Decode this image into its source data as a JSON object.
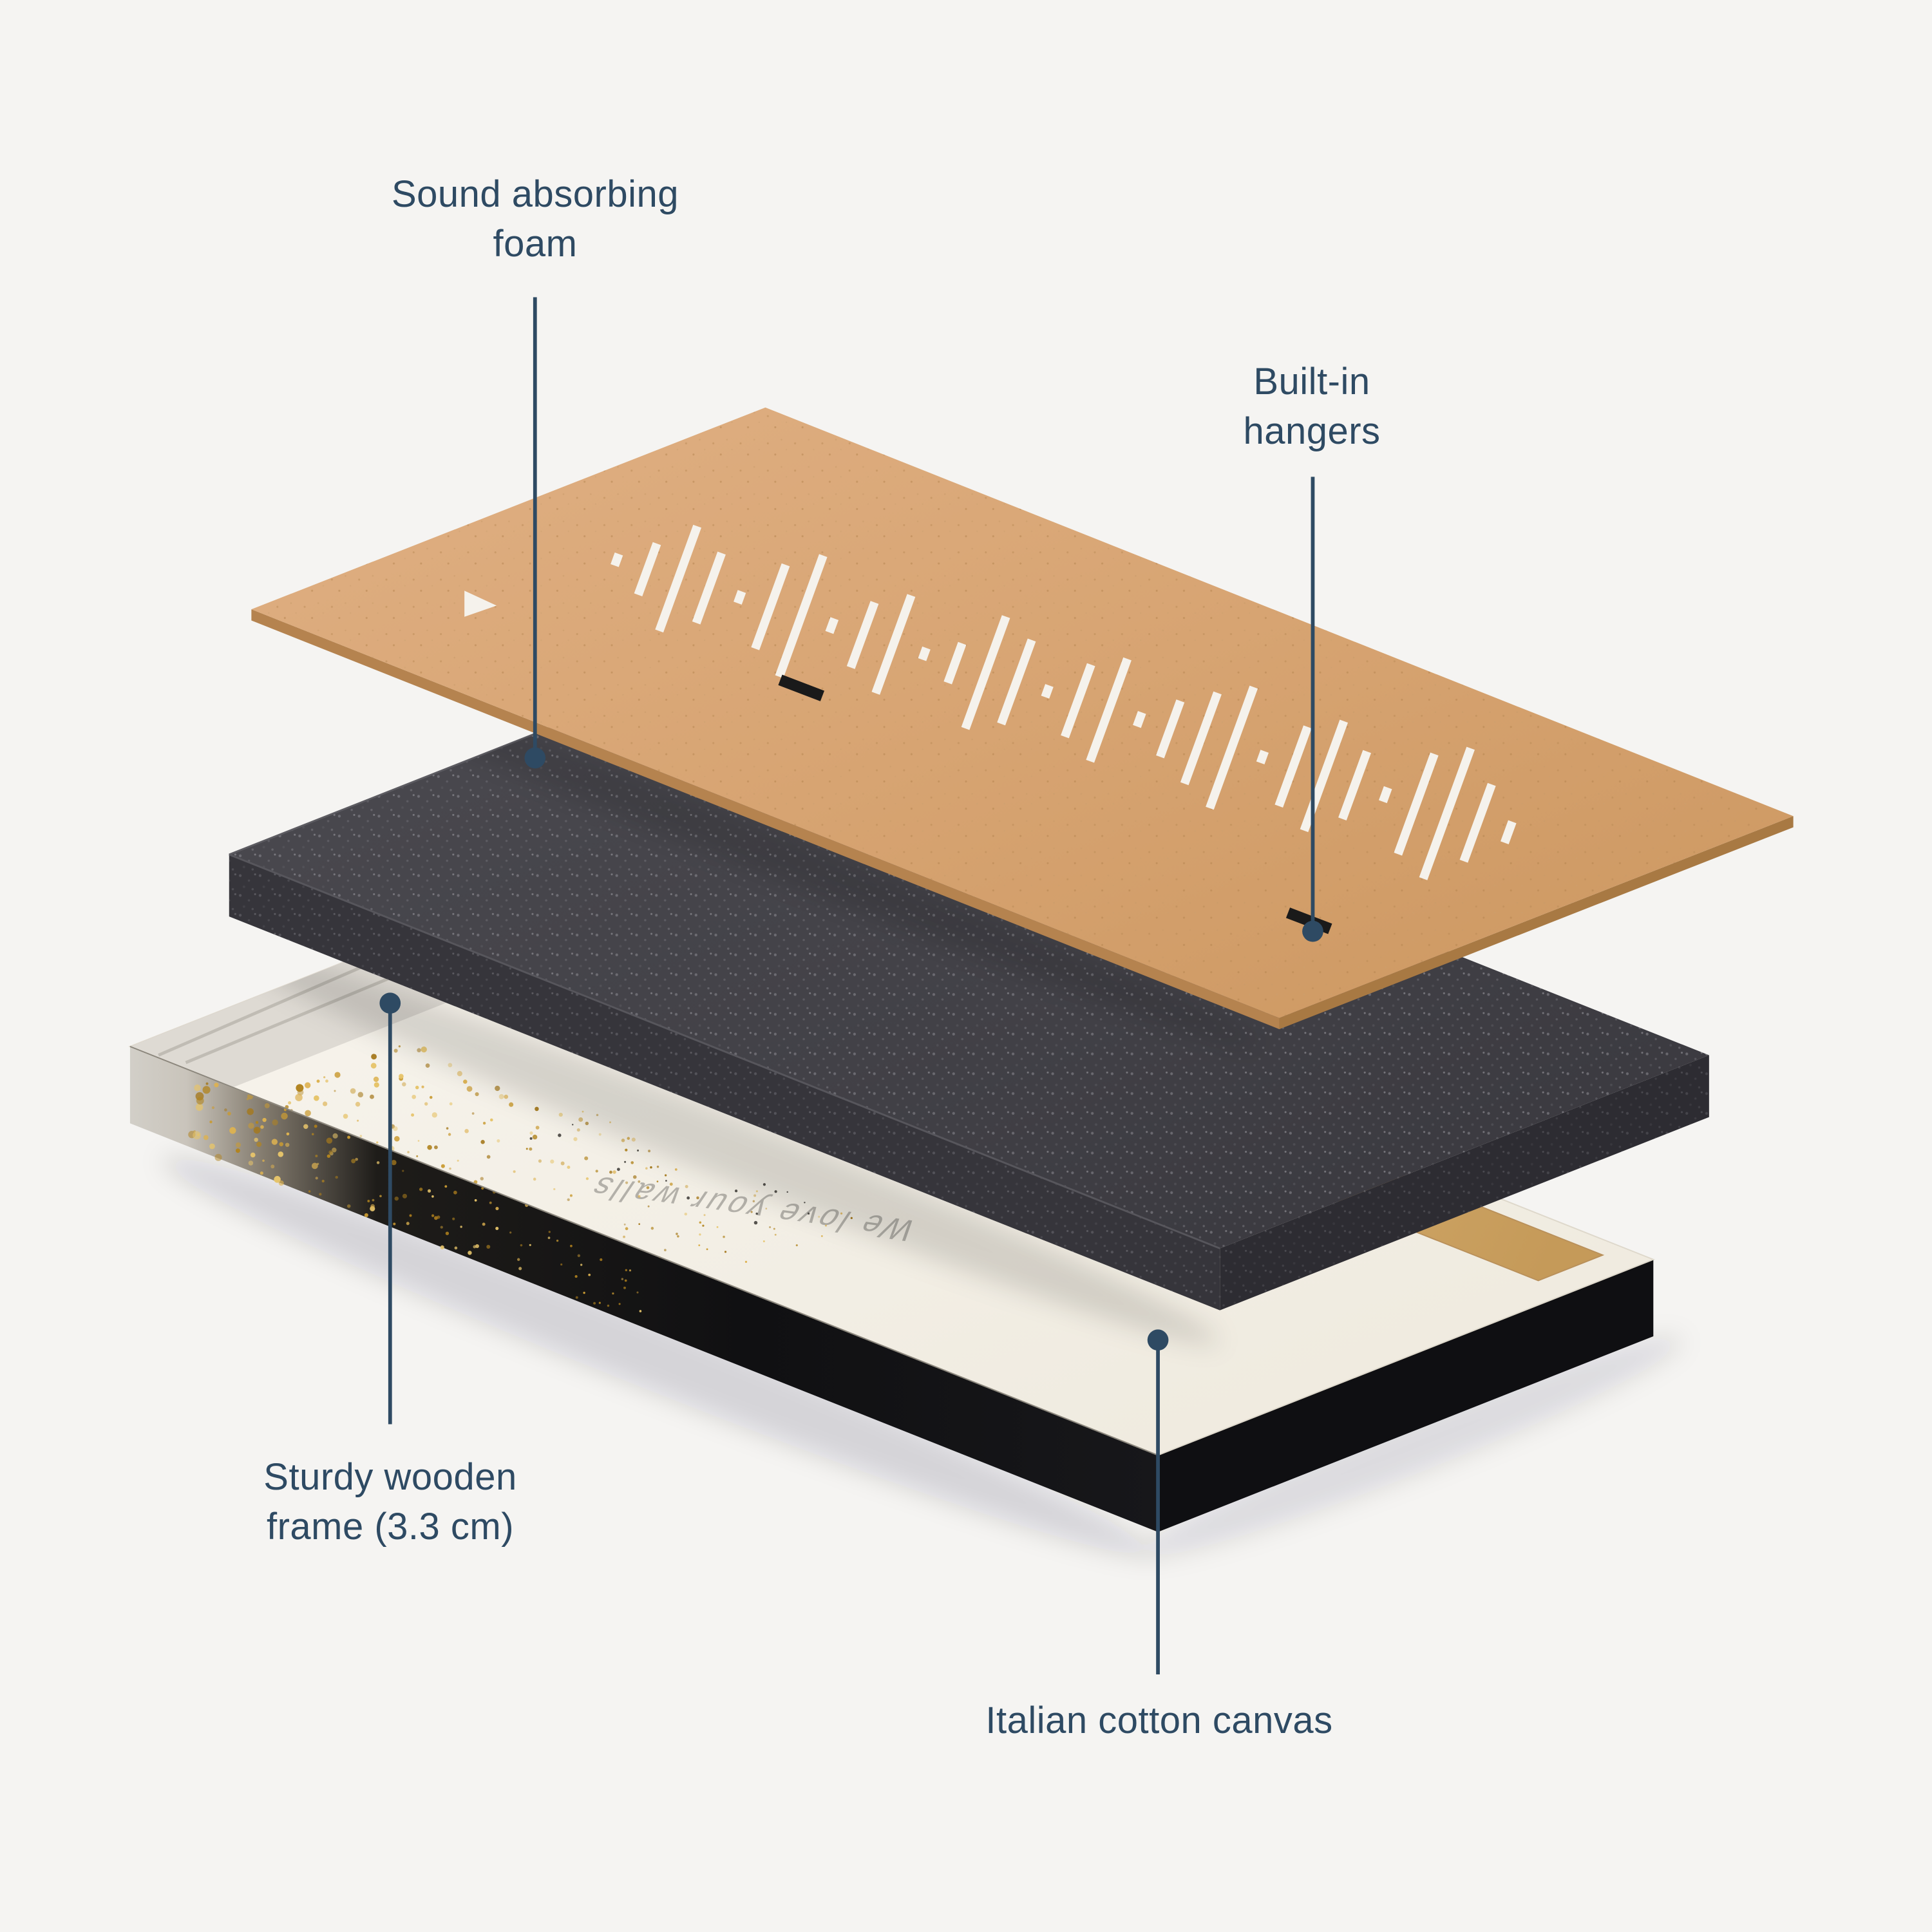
{
  "background_color": "#f5f4f2",
  "label_color": "#2e4a63",
  "callouts": [
    {
      "id": "sound-absorbing-foam",
      "line1": "Sound absorbing",
      "line2": "foam"
    },
    {
      "id": "built-in-hangers",
      "line1": "Built-in",
      "line2": "hangers"
    },
    {
      "id": "sturdy-wooden-frame",
      "line1": "Sturdy wooden",
      "line2": "frame (3.3 cm)"
    },
    {
      "id": "italian-cotton-canvas",
      "line1": "Italian cotton canvas",
      "line2": ""
    }
  ],
  "canvas_back_print": "We love your walls",
  "colors": {
    "mdf_panel": "#d7a472",
    "mdf_edge": "#b5834f",
    "foam": "#424147",
    "canvas_face": "#f7f4ed",
    "canvas_side": "#121214",
    "stretcher_wood": "#ddb273",
    "gold_speckle": "#c99b33",
    "slot_cutout": "#f5f2ec"
  }
}
